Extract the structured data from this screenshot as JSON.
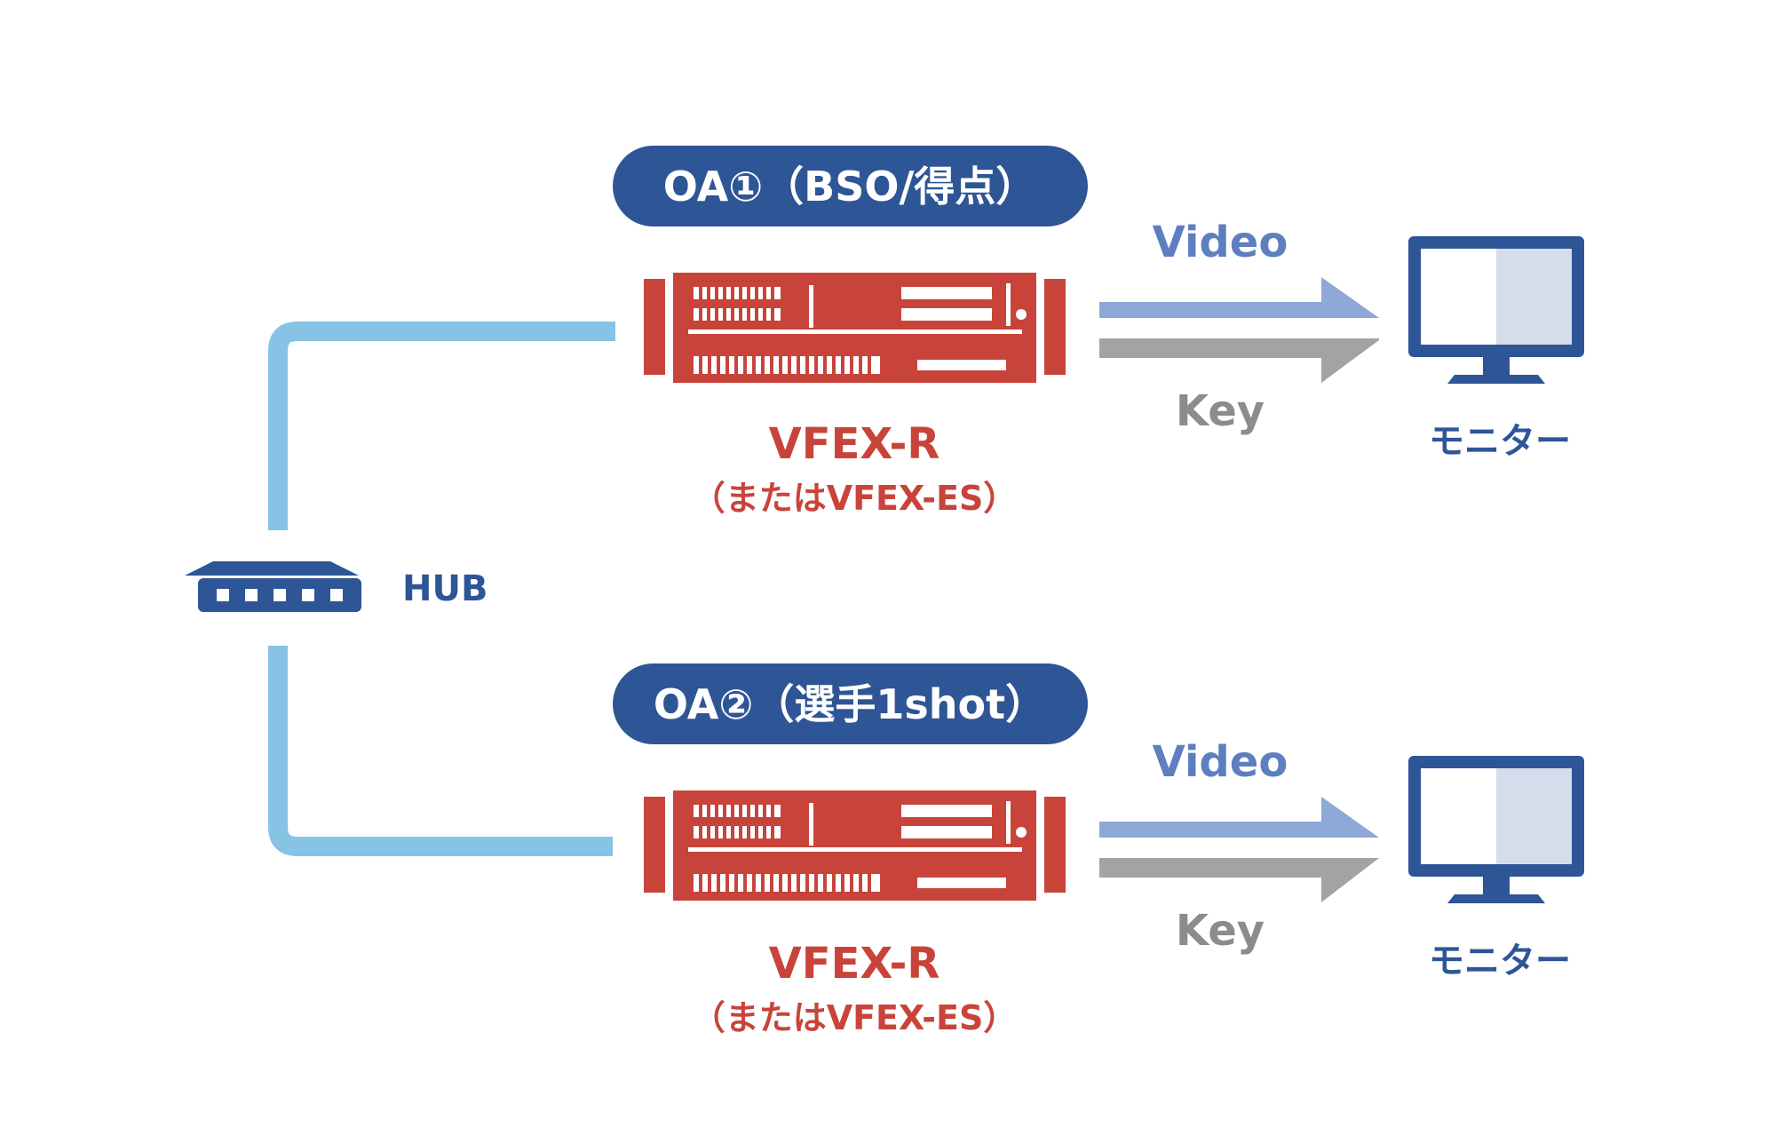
{
  "colors": {
    "navy": "#2E5596",
    "cable": "#86C3E4",
    "device_red": "#C8443B",
    "video_arrow": "#8EA9D8",
    "key_arrow": "#A3A3A3",
    "video_label": "#5E7FBF",
    "key_label": "#8C8C8C",
    "screen_shade": "#D6DDEA"
  },
  "hub": {
    "label": "HUB",
    "icon": "network-hub-icon"
  },
  "channels": [
    {
      "badge": "OA①（BSO/得点）",
      "device_name": "VFEX-R",
      "device_alt": "（またはVFEX-ES）",
      "video_label": "Video",
      "key_label": "Key",
      "monitor_label": "モニター"
    },
    {
      "badge": "OA②（選手1shot）",
      "device_name": "VFEX-R",
      "device_alt": "（またはVFEX-ES）",
      "video_label": "Video",
      "key_label": "Key",
      "monitor_label": "モニター"
    }
  ]
}
